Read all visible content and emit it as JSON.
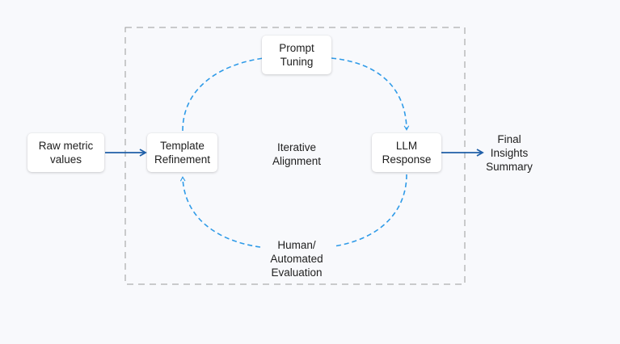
{
  "diagram": {
    "nodes": {
      "raw_metric": "Raw metric\nvalues",
      "template_refinement": "Template\nRefinement",
      "prompt_tuning": "Prompt\nTuning",
      "llm_response": "LLM\nResponse"
    },
    "labels": {
      "iterative_alignment": "Iterative\nAlignment",
      "human_evaluation": "Human/\nAutomated\nEvaluation",
      "final_insights": "Final\nInsights\nSummary"
    },
    "colors": {
      "loop_arrow": "#2f9be8",
      "flow_arrow": "#1f5fa8",
      "boundary": "#9a9a9a",
      "background": "#f8f9fc"
    }
  }
}
